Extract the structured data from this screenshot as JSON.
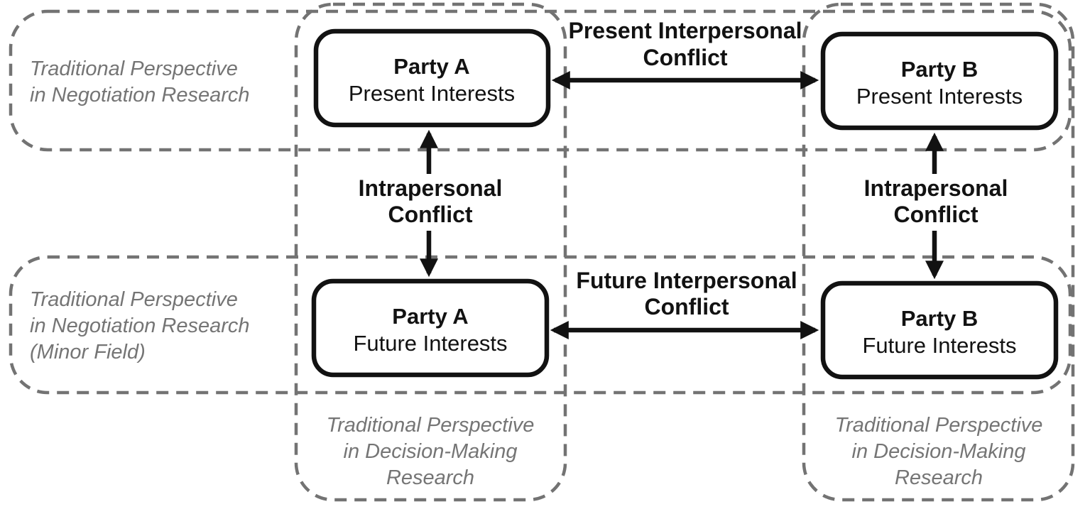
{
  "diagram": {
    "colors": {
      "background": "#ffffff",
      "node_stroke": "#121212",
      "arrow_color": "#121212",
      "dashed_region_stroke": "#737373",
      "region_label_gray": "#757575",
      "label_black": "#121212"
    },
    "regions": {
      "negotiation_present": {
        "label_line1": "Traditional Perspective",
        "label_line2": "in Negotiation Research"
      },
      "negotiation_future": {
        "label_line1": "Traditional Perspective",
        "label_line2": "in Negotiation Research",
        "label_line3": "(Minor Field)"
      },
      "decision_making_party_a": {
        "label_line1": "Traditional Perspective",
        "label_line2": "in Decision-Making",
        "label_line3": "Research"
      },
      "decision_making_party_b": {
        "label_line1": "Traditional Perspective",
        "label_line2": "in Decision-Making",
        "label_line3": "Research"
      }
    },
    "nodes": {
      "party_a_present": {
        "title": "Party A",
        "subtitle": "Present Interests"
      },
      "party_b_present": {
        "title": "Party B",
        "subtitle": "Present Interests"
      },
      "party_a_future": {
        "title": "Party A",
        "subtitle": "Future Interests"
      },
      "party_b_future": {
        "title": "Party B",
        "subtitle": "Future Interests"
      }
    },
    "edges": {
      "present_interpersonal": {
        "label_line1": "Present Interpersonal",
        "label_line2": "Conflict"
      },
      "future_interpersonal": {
        "label_line1": "Future Interpersonal",
        "label_line2": "Conflict"
      },
      "intrapersonal_a": {
        "label_line1": "Intrapersonal",
        "label_line2": "Conflict"
      },
      "intrapersonal_b": {
        "label_line1": "Intrapersonal",
        "label_line2": "Conflict"
      }
    }
  }
}
